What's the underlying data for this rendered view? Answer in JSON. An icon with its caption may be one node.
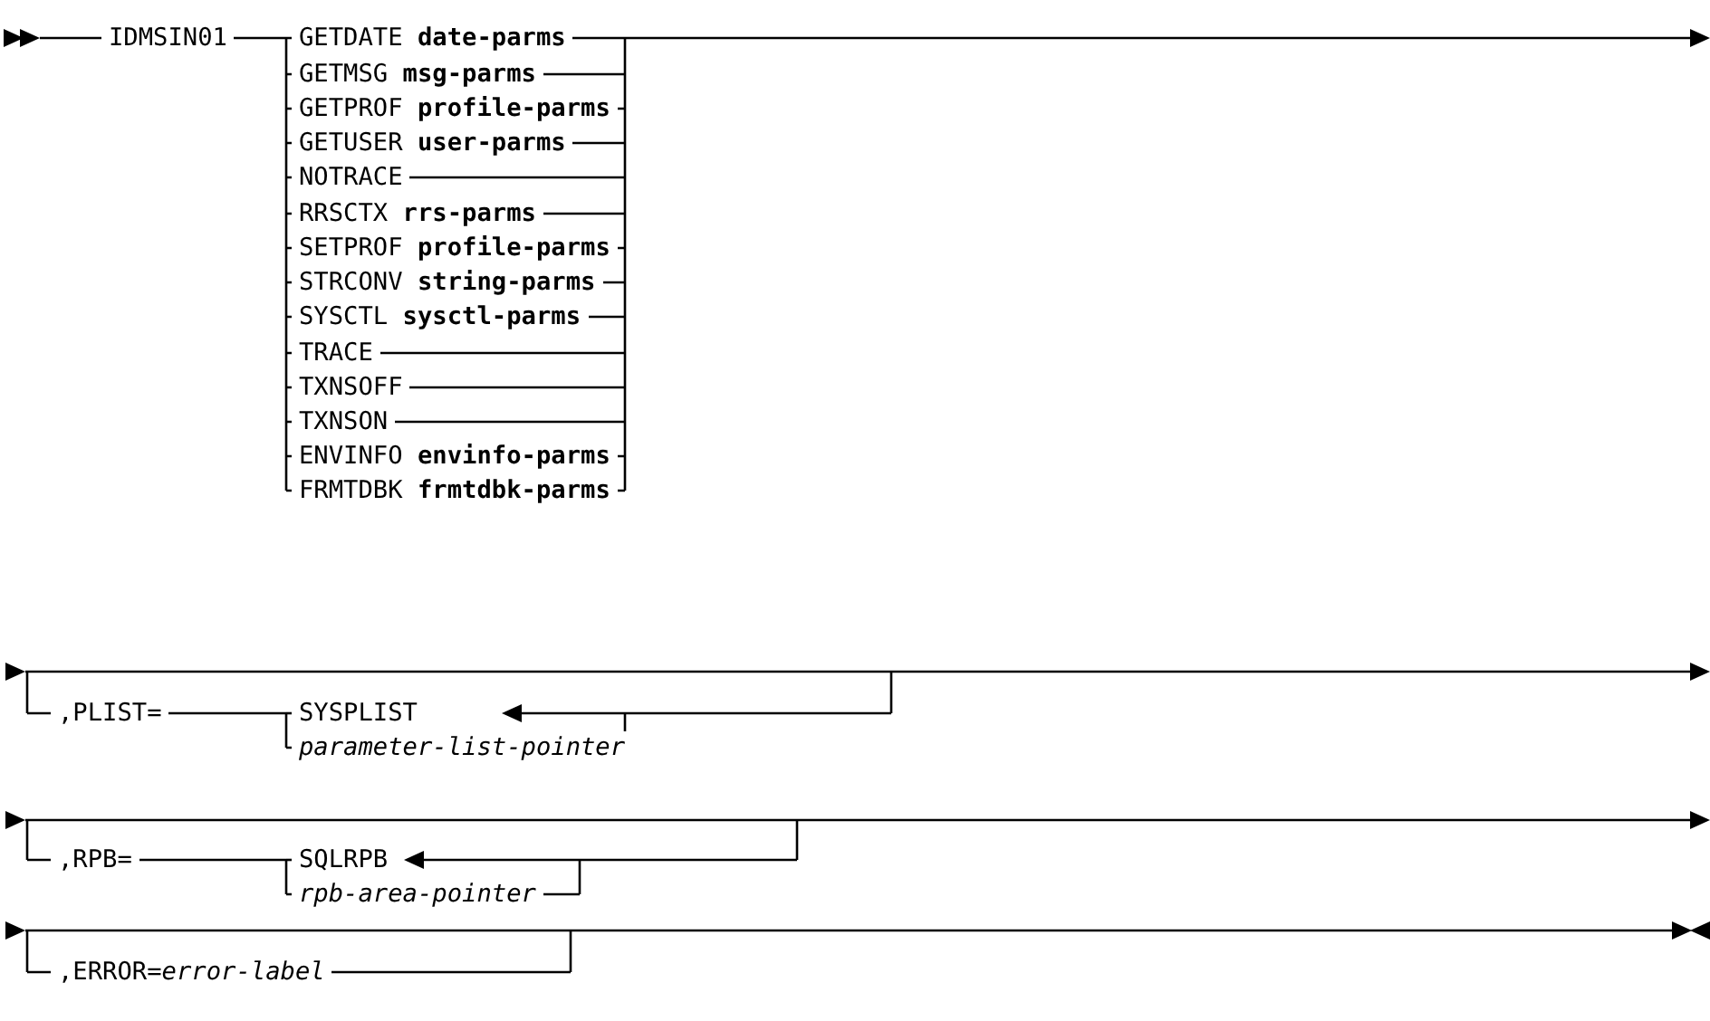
{
  "diagram": {
    "labels": [
      "IDMSIN01",
      "GETDATE **date-parms**",
      "GETMSG **msg-parms**",
      "GETPROF **profile-parms**",
      "GETUSER **user-parms**",
      "NOTRACE",
      "RRSCTX **rrs-parms**",
      "SETPROF **profile-parms**",
      "STRCONV **string-parms**",
      "SYSCTL **sysctl-parms**",
      "TRACE",
      "TXNSOFF",
      "TXNSON",
      "ENVINFO **envinfo-parms**",
      "FRMTDBK **frmtdbk-parms**",
      ",PLIST=",
      "SYSPLIST",
      "parameter-list-pointer",
      ",RPB=",
      "SQLRPB",
      "rpb-area-pointer",
      ",ERROR=*error-label*"
    ]
  }
}
